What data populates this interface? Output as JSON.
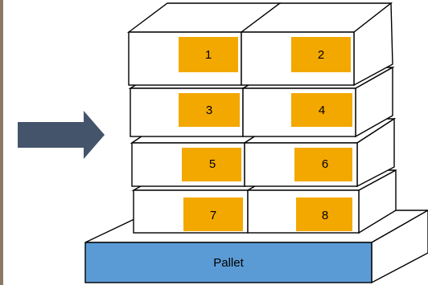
{
  "diagram": {
    "boxes": [
      {
        "label": "1"
      },
      {
        "label": "2"
      },
      {
        "label": "3"
      },
      {
        "label": "4"
      },
      {
        "label": "5"
      },
      {
        "label": "6"
      },
      {
        "label": "7"
      },
      {
        "label": "8"
      }
    ],
    "pallet": {
      "label": "Pallet",
      "color": "#5b9bd5"
    },
    "label_color": "#ffc000",
    "arrow_color": "#44546a"
  }
}
